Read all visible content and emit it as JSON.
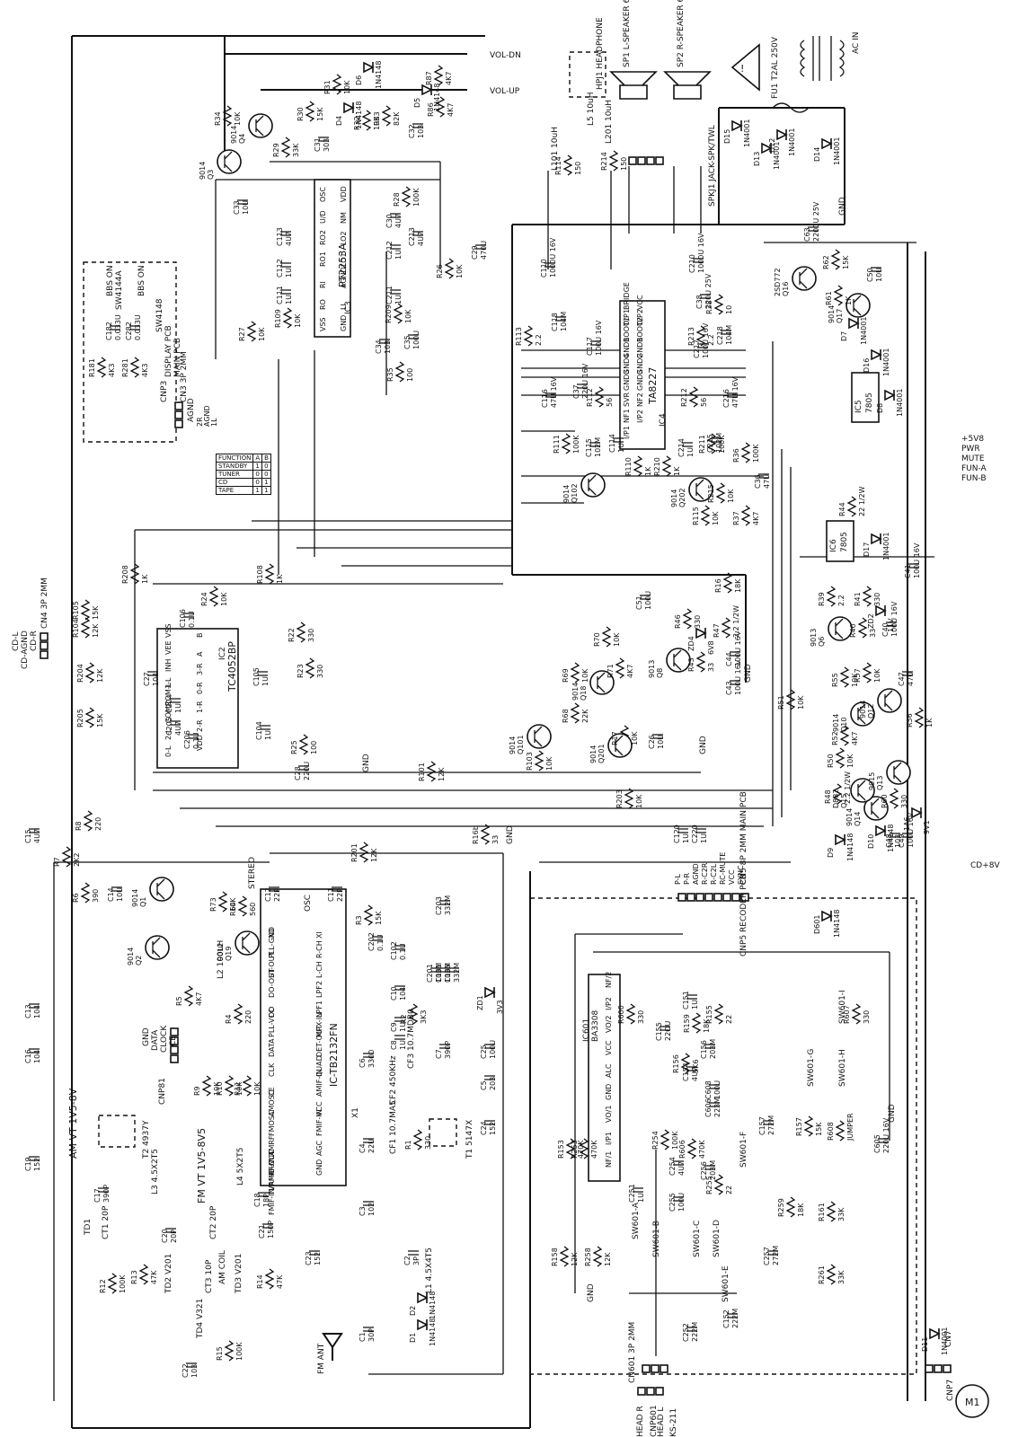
{
  "ics": {
    "ic3": {
      "name": "PT2253A",
      "ref": "IC3",
      "left_pins": [
        "OSC",
        "U/D",
        "RO2",
        "RO1",
        "RI",
        "RO",
        "VSS"
      ],
      "right_pins": [
        "VDD",
        "NM",
        "LO2",
        "LO1",
        "AGND",
        "LI",
        "GND"
      ]
    },
    "ic4": {
      "name": "TA8227",
      "ref": "IC4",
      "left_pins": [
        "BRIDGE",
        "O/P1",
        "BOOT1",
        "GND1",
        "GND4",
        "GND3",
        "SVR",
        "NF1",
        "I/P1"
      ],
      "right_pins": [
        "VCC",
        "O/P2",
        "BOOT2",
        "GND1",
        "GND2",
        "GND3",
        "NF2",
        "I/P2"
      ]
    },
    "ic2": {
      "name": "TC4052BP",
      "ref": "IC2",
      "pins_a": [
        "VSS",
        "VEE",
        "INH",
        "1-L",
        "COM-L",
        "COMR",
        "2-L",
        "0-L"
      ],
      "pins_b": [
        "B",
        "A",
        "3-R",
        "0-R",
        "1-R",
        "2-R",
        "VDD"
      ]
    },
    "ic1": {
      "name": "IC-TB2132FN",
      "ref": "IC1",
      "left_pins": [
        "XO",
        "PLL-GND",
        "ST-OUT",
        "DO-OUT",
        "DO",
        "PLL-VCC",
        "DATA",
        "CLK",
        "CE",
        "AMOSC",
        "FMOSC",
        "AMRF",
        "RF-VCC",
        "TVRF-OUT",
        "FMIF-IN/AMIF-OUT"
      ],
      "right_pins": [
        "XI",
        "R-CH",
        "L-CH",
        "LPF2",
        "LPF1",
        "MPX-IN",
        "DET-OUT",
        "QUAD",
        "AMIF-IN",
        "VCC",
        "FMIF-IN",
        "AGC",
        "GND"
      ]
    },
    "ic601": {
      "name": "BA3308",
      "ref": "IC601",
      "left_pins": [
        "NF/2",
        "I/P2",
        "VO/2",
        "VCC",
        "ALC",
        "GND",
        "VO/1",
        "I/P1",
        "NF/1"
      ]
    }
  },
  "regulators": {
    "ic5": {
      "ref": "IC5",
      "value": "7805"
    },
    "ic6": {
      "ref": "IC6",
      "value": "7805"
    }
  },
  "resistors": [
    {
      "ref": "R31",
      "val": "10K"
    },
    {
      "ref": "R34",
      "val": "10K"
    },
    {
      "ref": "R29",
      "val": "33K"
    },
    {
      "ref": "R30",
      "val": "15K"
    },
    {
      "ref": "R32",
      "val": "10K"
    },
    {
      "ref": "R33",
      "val": "82K"
    },
    {
      "ref": "R87",
      "val": "4K7"
    },
    {
      "ref": "R86",
      "val": "4K7"
    },
    {
      "ref": "R28",
      "val": "100K"
    },
    {
      "ref": "R27",
      "val": "10K"
    },
    {
      "ref": "R26",
      "val": "10K"
    },
    {
      "ref": "R209",
      "val": "10K"
    },
    {
      "ref": "R109",
      "val": "10K"
    },
    {
      "ref": "R35",
      "val": "100"
    },
    {
      "ref": "R113",
      "val": "2.2"
    },
    {
      "ref": "R213",
      "val": "2.2"
    },
    {
      "ref": "R111",
      "val": "100K"
    },
    {
      "ref": "R211",
      "val": "100K"
    },
    {
      "ref": "R112",
      "val": "56"
    },
    {
      "ref": "R212",
      "val": "56"
    },
    {
      "ref": "R110",
      "val": "1K"
    },
    {
      "ref": "R210",
      "val": "1K"
    },
    {
      "ref": "R115",
      "val": "10K"
    },
    {
      "ref": "R215",
      "val": "10K"
    },
    {
      "ref": "R36",
      "val": "100K"
    },
    {
      "ref": "R37",
      "val": "4K7"
    },
    {
      "ref": "R61",
      "val": "1K"
    },
    {
      "ref": "R62",
      "val": "15K"
    },
    {
      "ref": "R38",
      "val": "10"
    },
    {
      "ref": "R44",
      "val": "22 1/2W"
    },
    {
      "ref": "R181",
      "val": "4K3"
    },
    {
      "ref": "R281",
      "val": "4K3"
    },
    {
      "ref": "R208",
      "val": "1K"
    },
    {
      "ref": "R108",
      "val": "1K"
    },
    {
      "ref": "R24",
      "val": "10K"
    },
    {
      "ref": "R22",
      "val": "330"
    },
    {
      "ref": "R23",
      "val": "330"
    },
    {
      "ref": "R25",
      "val": "100"
    },
    {
      "ref": "R105",
      "val": "15K"
    },
    {
      "ref": "R104",
      "val": "12K"
    },
    {
      "ref": "R204",
      "val": "12K"
    },
    {
      "ref": "R205",
      "val": "15K"
    },
    {
      "ref": "R16",
      "val": "18K"
    },
    {
      "ref": "R39",
      "val": "2.2"
    },
    {
      "ref": "R41",
      "val": "330"
    },
    {
      "ref": "R40",
      "val": "33"
    },
    {
      "ref": "R46",
      "val": "330"
    },
    {
      "ref": "R47",
      "val": "2.2 1/2W"
    },
    {
      "ref": "R43",
      "val": "33"
    },
    {
      "ref": "R70",
      "val": "10K"
    },
    {
      "ref": "R71",
      "val": "4K7"
    },
    {
      "ref": "R69",
      "val": "10K"
    },
    {
      "ref": "R68",
      "val": "22K"
    },
    {
      "ref": "R17",
      "val": "10K"
    },
    {
      "ref": "R55",
      "val": "10K"
    },
    {
      "ref": "R57",
      "val": "10K"
    },
    {
      "ref": "R51",
      "val": "10K"
    },
    {
      "ref": "R52",
      "val": "4K7"
    },
    {
      "ref": "R56",
      "val": "1K"
    },
    {
      "ref": "R50",
      "val": "10K"
    },
    {
      "ref": "R48",
      "val": "2.2 1/2W"
    },
    {
      "ref": "R60",
      "val": "330"
    },
    {
      "ref": "R101",
      "val": "12K"
    },
    {
      "ref": "R103",
      "val": "10K"
    },
    {
      "ref": "R203",
      "val": "10K"
    },
    {
      "ref": "R8",
      "val": "220"
    },
    {
      "ref": "R7",
      "val": "2K2"
    },
    {
      "ref": "R6",
      "val": "390"
    },
    {
      "ref": "R201",
      "val": "12K"
    },
    {
      "ref": "R16b",
      "val": "33"
    },
    {
      "ref": "R73",
      "val": "10K"
    },
    {
      "ref": "R64",
      "val": "560"
    },
    {
      "ref": "R5",
      "val": "4K7"
    },
    {
      "ref": "R4",
      "val": "220"
    },
    {
      "ref": "R3",
      "val": "15K"
    },
    {
      "ref": "R2",
      "val": "3K3"
    },
    {
      "ref": "R9",
      "val": "10K"
    },
    {
      "ref": "R10",
      "val": "10K"
    },
    {
      "ref": "R11",
      "val": "10K"
    },
    {
      "ref": "R1",
      "val": "330"
    },
    {
      "ref": "R12",
      "val": "100K"
    },
    {
      "ref": "R13",
      "val": "47K"
    },
    {
      "ref": "R14",
      "val": "47K"
    },
    {
      "ref": "R15",
      "val": "100K"
    },
    {
      "ref": "R114",
      "val": "150"
    },
    {
      "ref": "R214",
      "val": "150"
    },
    {
      "ref": "R600",
      "val": "330"
    },
    {
      "ref": "R155",
      "val": "22"
    },
    {
      "ref": "R159",
      "val": "18K"
    },
    {
      "ref": "R254",
      "val": "100K"
    },
    {
      "ref": "R156",
      "val": "5K6"
    },
    {
      "ref": "R153",
      "val": "470K"
    },
    {
      "ref": "R253",
      "val": "470K"
    },
    {
      "ref": "R606",
      "val": "470K"
    },
    {
      "ref": "R255",
      "val": "22"
    },
    {
      "ref": "R259",
      "val": "18K"
    },
    {
      "ref": "R157",
      "val": "15K"
    },
    {
      "ref": "R608",
      "val": "JUMPER"
    },
    {
      "ref": "R607",
      "val": "330"
    },
    {
      "ref": "R161",
      "val": "33K"
    },
    {
      "ref": "R261",
      "val": "33K"
    },
    {
      "ref": "R158",
      "val": "12K"
    },
    {
      "ref": "R258",
      "val": "12K"
    }
  ],
  "capacitors": [
    {
      "ref": "C31",
      "val": "303"
    },
    {
      "ref": "C32",
      "val": "103"
    },
    {
      "ref": "C33",
      "val": "10U"
    },
    {
      "ref": "C30",
      "val": "4U7"
    },
    {
      "ref": "C113",
      "val": "4U7"
    },
    {
      "ref": "C213",
      "val": "4U7"
    },
    {
      "ref": "C112",
      "val": "1U"
    },
    {
      "ref": "C212",
      "val": "1U"
    },
    {
      "ref": "C111",
      "val": "1U"
    },
    {
      "ref": "C211",
      "val": "1U"
    },
    {
      "ref": "C29",
      "val": "470U"
    },
    {
      "ref": "C34",
      "val": "103"
    },
    {
      "ref": "C35",
      "val": "100U"
    },
    {
      "ref": "C110",
      "val": "1000U 16V"
    },
    {
      "ref": "C210",
      "val": "1000U 16V"
    },
    {
      "ref": "C118",
      "val": "104M"
    },
    {
      "ref": "C218",
      "val": "104M"
    },
    {
      "ref": "C117",
      "val": "100U 16V"
    },
    {
      "ref": "C217",
      "val": "100U 16V"
    },
    {
      "ref": "C38",
      "val": "220U 25V"
    },
    {
      "ref": "C116",
      "val": "47U 16V"
    },
    {
      "ref": "C216",
      "val": "47U 16V"
    },
    {
      "ref": "C37",
      "val": "220U 16V"
    },
    {
      "ref": "C115",
      "val": "102M"
    },
    {
      "ref": "C215",
      "val": "102M"
    },
    {
      "ref": "C114",
      "val": "1U"
    },
    {
      "ref": "C214",
      "val": "1U"
    },
    {
      "ref": "C36",
      "val": "47U"
    },
    {
      "ref": "C63",
      "val": "2200U 25V"
    },
    {
      "ref": "C50",
      "val": "10U"
    },
    {
      "ref": "C182",
      "val": "0.033U"
    },
    {
      "ref": "C282",
      "val": "0.033U"
    },
    {
      "ref": "C106",
      "val": "0.1U"
    },
    {
      "ref": "C206",
      "val": "0.1U"
    },
    {
      "ref": "C105",
      "val": "1U"
    },
    {
      "ref": "C204",
      "val": "1U"
    },
    {
      "ref": "C205",
      "val": "4U7"
    },
    {
      "ref": "C104",
      "val": "1U"
    },
    {
      "ref": "C28",
      "val": "220U"
    },
    {
      "ref": "C27",
      "val": "104"
    },
    {
      "ref": "C41",
      "val": "100U 16V"
    },
    {
      "ref": "C40",
      "val": "100U 16V"
    },
    {
      "ref": "C51",
      "val": "100U"
    },
    {
      "ref": "C44",
      "val": "100U 16V"
    },
    {
      "ref": "C43",
      "val": "100U 16V"
    },
    {
      "ref": "C26",
      "val": "10U"
    },
    {
      "ref": "C47",
      "val": "47U"
    },
    {
      "ref": "C49",
      "val": "100U 16V"
    },
    {
      "ref": "C48",
      "val": "103"
    },
    {
      "ref": "C120",
      "val": "1U"
    },
    {
      "ref": "C220",
      "val": "1U"
    },
    {
      "ref": "C15",
      "val": "4U7"
    },
    {
      "ref": "C14",
      "val": "10U"
    },
    {
      "ref": "C12",
      "val": "22P"
    },
    {
      "ref": "C11",
      "val": "22P"
    },
    {
      "ref": "C202",
      "val": "0.1U"
    },
    {
      "ref": "C102",
      "val": "0.1U"
    },
    {
      "ref": "C203",
      "val": "332M"
    },
    {
      "ref": "C201",
      "val": "103M"
    },
    {
      "ref": "C101",
      "val": "103M"
    },
    {
      "ref": "C103",
      "val": "332M"
    },
    {
      "ref": "C10",
      "val": "104"
    },
    {
      "ref": "C9",
      "val": "1U"
    },
    {
      "ref": "C8",
      "val": "1U"
    },
    {
      "ref": "C7",
      "val": "390P"
    },
    {
      "ref": "C6",
      "val": "3300"
    },
    {
      "ref": "C25",
      "val": "100U"
    },
    {
      "ref": "C5",
      "val": "203"
    },
    {
      "ref": "C24",
      "val": "152"
    },
    {
      "ref": "C4",
      "val": "22U"
    },
    {
      "ref": "C3",
      "val": "102"
    },
    {
      "ref": "C13",
      "val": "104"
    },
    {
      "ref": "C16",
      "val": "104"
    },
    {
      "ref": "C19",
      "val": "152"
    },
    {
      "ref": "C17",
      "val": "390P"
    },
    {
      "ref": "C20",
      "val": "20P"
    },
    {
      "ref": "C21",
      "val": "150P"
    },
    {
      "ref": "C18",
      "val": "18P"
    },
    {
      "ref": "C23",
      "val": "152"
    },
    {
      "ref": "C22",
      "val": "103"
    },
    {
      "ref": "C2",
      "val": "3P"
    },
    {
      "ref": "C1",
      "val": "30P"
    },
    {
      "ref": "C151",
      "val": "1U"
    },
    {
      "ref": "C155",
      "val": "22OU"
    },
    {
      "ref": "C156",
      "val": "203M"
    },
    {
      "ref": "C154",
      "val": "4U7"
    },
    {
      "ref": "C608",
      "val": "100U"
    },
    {
      "ref": "C606",
      "val": "223M"
    },
    {
      "ref": "C157",
      "val": "272M"
    },
    {
      "ref": "C605",
      "val": "220U 16V"
    },
    {
      "ref": "C254",
      "val": "4U7"
    },
    {
      "ref": "C256",
      "val": "203M"
    },
    {
      "ref": "C251",
      "val": "1U"
    },
    {
      "ref": "C255",
      "val": "100U"
    },
    {
      "ref": "C257",
      "val": "272M"
    },
    {
      "ref": "C152",
      "val": "222M"
    },
    {
      "ref": "C252",
      "val": "222M"
    }
  ],
  "transistors": [
    {
      "ref": "Q4",
      "val": "9014"
    },
    {
      "ref": "Q3",
      "val": "9014"
    },
    {
      "ref": "Q16",
      "val": "2SD772"
    },
    {
      "ref": "Q17",
      "val": "9014"
    },
    {
      "ref": "Q102",
      "val": "9014"
    },
    {
      "ref": "Q202",
      "val": "9014"
    },
    {
      "ref": "Q8",
      "val": "9013"
    },
    {
      "ref": "Q18",
      "val": "9014"
    },
    {
      "ref": "Q6",
      "val": "9013"
    },
    {
      "ref": "Q101",
      "val": "9014"
    },
    {
      "ref": "Q201",
      "val": "9014"
    },
    {
      "ref": "Q10",
      "val": "9014"
    },
    {
      "ref": "Q12",
      "val": "9014"
    },
    {
      "ref": "Q13",
      "val": "9015"
    },
    {
      "ref": "Q14",
      "val": "9014"
    },
    {
      "ref": "Q15",
      "val": "D882"
    },
    {
      "ref": "Q1",
      "val": "9014"
    },
    {
      "ref": "Q2",
      "val": "9014"
    },
    {
      "ref": "Q19",
      "val": "9012"
    }
  ],
  "diodes": [
    {
      "ref": "D6",
      "val": "1N4148"
    },
    {
      "ref": "D4",
      "val": "1N4148"
    },
    {
      "ref": "D5",
      "val": "1N4148"
    },
    {
      "ref": "D15",
      "val": "1N4001"
    },
    {
      "ref": "D13",
      "val": "1N4001"
    },
    {
      "ref": "D12",
      "val": "1N4001"
    },
    {
      "ref": "D14",
      "val": "1N4001"
    },
    {
      "ref": "D7",
      "val": "1N4001"
    },
    {
      "ref": "D16",
      "val": "1N4001"
    },
    {
      "ref": "D8",
      "val": "1N4001"
    },
    {
      "ref": "D17",
      "val": "1N4001"
    },
    {
      "ref": "ZD2",
      "val": "11V"
    },
    {
      "ref": "ZD4",
      "val": "6V8"
    },
    {
      "ref": "D9",
      "val": "1N4148"
    },
    {
      "ref": "D10",
      "val": "1N4148"
    },
    {
      "ref": "ZD1",
      "val": "3V3"
    },
    {
      "ref": "D2",
      "val": "1N4148"
    },
    {
      "ref": "D1",
      "val": "1N4148"
    },
    {
      "ref": "D601",
      "val": "1N4148"
    },
    {
      "ref": "D11",
      "val": "1N4001"
    },
    {
      "ref": "1A6",
      "val": "9V1"
    }
  ],
  "misc_parts": {
    "fuse": "FU1  T2AL 250V",
    "ac_in": "AC IN",
    "sp1": "SP1  L-SPEAKER 6 OHM",
    "sp2": "SP2  R-SPEAKER 6 OHM",
    "headphone": "HPJ1  HEADPHONE",
    "spkj": "SPKJ1  JACK-SPK/TWL",
    "l101": "L101 10uH",
    "l201": "L201 10uH",
    "l5": "L5 10uH",
    "display_pcb": "DISPLAY PCB",
    "main_pcb": "MAIN PCB",
    "recorder_pcb": "RECODER PCB",
    "bbs_on": "BBS ON",
    "sw4144a": "SW4144A",
    "sw4148": "SW4148",
    "cnp3": "CNP3",
    "cn3": "CN3  3P 2MM",
    "cn4": "CN4  3P 2MM",
    "cn5": "CN5  8P 2MM  MAIN PCB",
    "cnp5": "CNP5  RECODER PCB",
    "cnp81": "CNP81",
    "cnp601": "CNP601",
    "cn601": "CN601  3P 2MM",
    "cnp7": "CNP7",
    "cn7": "CN7",
    "m1": "M1",
    "ks211": "KS-211",
    "head_r": "HEAD R",
    "head_l": "HEAD L",
    "stereo": "STEREO",
    "osc": "OSC",
    "l2": "L2  100uH",
    "l3": "L3 4.5X2T5",
    "l4": "L4  5X2T5",
    "l1": "L1  4.5X4T5",
    "t1": "T1  5147X",
    "t2": "T2  4937Y",
    "am_coil": "AM COIL",
    "ct1": "CT1 20P",
    "ct2": "CT2 20P",
    "ct3": "CT3 10P",
    "td1": "TD1",
    "td2": "TD2 V201",
    "td3": "TD3 V201",
    "td4": "TD4 V321",
    "ct_am_vt": "AM VT 1V5-8V",
    "ct_fm_vt": "FM VT 1V5-8V5",
    "fm_ant": "FM ANT",
    "cf1": "CF1 10.7MA5",
    "cf2": "CF2 450KHz",
    "cf3": "CF3 10.7MDB0",
    "x1": "X1",
    "sw601_a": "SW601-A",
    "sw601_b": "SW601-B",
    "sw601_c": "SW601-C",
    "sw601_d": "SW601-D",
    "sw601_e": "SW601-E",
    "sw601_f": "SW601-F",
    "sw601_g": "SW601-G",
    "sw601_h": "SW601-H",
    "sw601_i": "SW601-I",
    "gnd": "GND",
    "agnd": "AGND"
  },
  "io_labels": {
    "vol_dn": "VOL-DN",
    "vol_up": "VOL-UP",
    "p5v8": "+5V8",
    "pwr": "PWR",
    "mute": "MUTE",
    "fun_a": "FUN-A",
    "fun_b": "FUN-B",
    "cd_8v": "CD+8V",
    "cd_l": "CD-L",
    "cd_agnd": "CD-AGND",
    "cd_r": "CD-R",
    "gnd_conn": "GND",
    "data_conn": "DATA",
    "clock_conn": "CLOCK",
    "ce_conn": "CE"
  },
  "cn5_pins": [
    "P-L",
    "P-R",
    "AGND",
    "R-C2R",
    "R-C2L",
    "RC-MUTE",
    "VCC",
    "SYNC"
  ],
  "cn3_pins": [
    "2R",
    "AGND",
    "1L"
  ],
  "function_table": {
    "headers": [
      "FUNCTION",
      "A",
      "B"
    ],
    "rows": [
      [
        "STANDBY",
        "1",
        "0"
      ],
      [
        "TUNER",
        "0",
        "0"
      ],
      [
        "CD",
        "0",
        "1"
      ],
      [
        "TAPE",
        "1",
        "1"
      ]
    ]
  }
}
